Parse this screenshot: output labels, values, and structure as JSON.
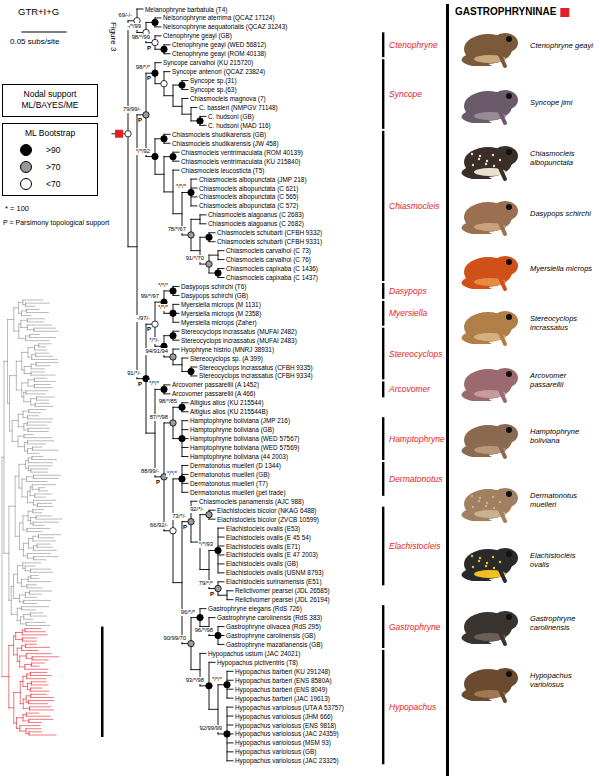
{
  "diagram": {
    "nodes": [
      {
        "text": [
          "Nodal support ML/BAYES/ME"
        ]
      },
      {
        "text": [
          "ML Bootstrap"
        ]
      }
    ],
    "labels": [
      "GTR+I+G",
      "0.05 subs/site",
      "Figure 3",
      "* = 100",
      "P = Parsimony topological support",
      "GASTROPHRYNINAE",
      "Melanophryne barbatula (T4)",
      "Nelsonophryne aterrima (QCAZ 17124)",
      "Nelsonophryne aequatorialis (QCAZ 31243)",
      "Ctenophryne geayi (GB)",
      "Ctenophryne geayi (WED 56812)",
      "Ctenophryne geayi (ROM 40138)",
      "Syncope carvalhoi (KU 215720)",
      "Syncope antenori (QCAZ 23824)",
      "Syncope sp.(31)",
      "Syncope sp.(63)",
      "Chiasmocleis magnova (7)",
      "C. bassleri (NMPGV 71148)",
      "C. hudsoni (GB)",
      "C. hudsoni (MAD 116)",
      "Chiasmocleis shudikarensis (GB)",
      "Chiasmocleis shudikarensis (JW 458)",
      "Chiasmocleis ventrimaculata (ROM 40139)",
      "Chiasmocleis ventrimaculata (KU 215840)",
      "Chiasmocleis leucosticta (T5)",
      "Chiasmocleis albopunctata (JMP 218)",
      "Chiasmocleis albopunctata (C 621)",
      "Chiasmocleis albopunctata (C 565)",
      "Chiasmocleis albopunctata (C 572)",
      "Chiasmocleis alagoanus (C 2683)",
      "Chiasmocleis alagoanus (C 2682)",
      "Chiasmocleis schubarti (CFBH 9332)",
      "Chiasmocleis schubarti (CFBH 9331)",
      "Chiasmocleis carvalhoi (C 73)",
      "Chiasmocleis carvalhoi (C 76)",
      "Chiasmocleis capixaba (C 1436)",
      "Chiasmocleis capixaba (C 1437)",
      "Dasypops schirchi (T6)",
      "Dasypops schirchi (GB)",
      "Myersiella microps (M 1131)",
      "Myersiella microps (M 2358)",
      "Myersiella microps (Zaher)",
      "Stereocyclops incrassatus (MUFAI 2482)",
      "Stereocyclops incrassatus (MUFAI 2483)",
      "Hyophryne histrio (MNRJ 38931)",
      "Stereocyclops sp. (A 399)",
      "Stereocyclops incrassatus (CFBH 9335)",
      "Stereocyclops incrassatus (CFBH 9334)",
      "Arcovomer passarellii (A 1452)",
      "Arcovomer passarellii (A 466)",
      "Altigius alios (KU 215544)",
      "Altigius alios (KU 215544B)",
      "Hamptophryne boliviana (JMP 216)",
      "Hamptophryne boliviana (GB)",
      "Hamptophryne boliviana (WED 57567)",
      "Hamptophryne boliviana (WED 57569)",
      "Hamptophryne boliviana (44 2003)",
      "Dermatonotus muelleri (D 1344)",
      "Dermatonotus muelleri (GB)",
      "Dermatonotus muelleri (T7)",
      "Dermatonotus muelleri (pet trade)",
      "Chiasmocleis panamensis (AJC 988)",
      "Elachistocleis bicolor (NKAG 6488)",
      "Elachistocleis bicolor (ZVCB 10599)",
      "Elachistocleis ovalis (E53)",
      "Elachistocleis ovalis (E 45 54)",
      "Elachistocleis ovalis (E71)",
      "Elachistocleis ovalis (E 47 2003)",
      "Elachistocleis ovalis (GB)",
      "Elachistocleis ovalis (USNM 8793)",
      "Elachistocleis surinamensis (E51)",
      "Relictivomer pearsei (JDL 26585)",
      "Relictivomer pearsei (JDL 26194)",
      "Gastrophryne elegans (RdS 726)",
      "Gastrophryne carolinensis (RdS 383)",
      "Gastrophryne olivacea (RdS 295)",
      "Gastrophryne carolinensis (GB)",
      "Gastrophryne mazatlanensis (GB)",
      "Hypopachus ustum (JAC 24021)",
      "Hypopachus pictiventris (T8)",
      "Hypopachus barberi (KU 291248)",
      "Hypopachus barberi (ENS 8580A)",
      "Hypopachus barberi (ENS 8049)",
      "Hypopachus barberi (JAC 19613)",
      "Hypopachus variolosus (UTA A 53757)",
      "Hypopachus variolosus (JHM 666)",
      "Hypopachus variolosus (ENS 9818)",
      "Hypopachus variolosus (JAC 24359)",
      "Hypopachus variolosus (MSM 93)",
      "Hypopachus variolosus (GB)",
      "Hypopachus variolosus (JAC 23325)",
      "-/*/99",
      "98/*/99",
      "69/-/-",
      "98/*/*",
      "*/*/92",
      "*/*/*",
      "78/*/67",
      "91/*/70",
      "79/99/-",
      "99/*/97",
      "*/*/*",
      "*/*/*",
      "-/97/-",
      "*/*/-",
      "94/91/94",
      "*/*/*",
      "91/*/-",
      "98/*/85",
      "87/*/98",
      "88/99/-",
      "*/*/*",
      "92/*/-",
      "*/*/93",
      "73/*/-",
      "79/*/*",
      "66/92/-",
      "96/*/*",
      "96/*/98",
      "90/99/70",
      "*/*/*",
      "93/*/98",
      "92/99/99",
      "P",
      "P",
      "P",
      "P",
      "P",
      "P",
      "P",
      "P",
      "Ctenophryne",
      "Syncope",
      "Chiasmocleis",
      "Dasypops",
      "Myersiella",
      "Stereocyclops",
      "Arcovomer",
      "Hamptophryne",
      "Dermatonotus",
      "Elachistocleis",
      "Gastrophryne",
      "Hypopachus",
      "Ctenophryne geayi",
      "Syncope jimi",
      "Chiasmocleis albopunctata",
      "Dasypops schirchi",
      "Myersiella microps",
      "Stereocyclops incrassatus",
      "Arcovomer passarellii",
      "Hamptophryne boliviana",
      "Dermatonotus muelleri",
      "Elachistocleis ovalis",
      "Gastrophryne carolinensis",
      "Hypopachus variolosus"
    ],
    "legend": [
      {
        "text": ">90",
        "color": "#000000"
      },
      {
        "text": ">70",
        "color": "#999999"
      },
      {
        "text": "<70",
        "color": "#ffffff"
      }
    ]
  }
}
